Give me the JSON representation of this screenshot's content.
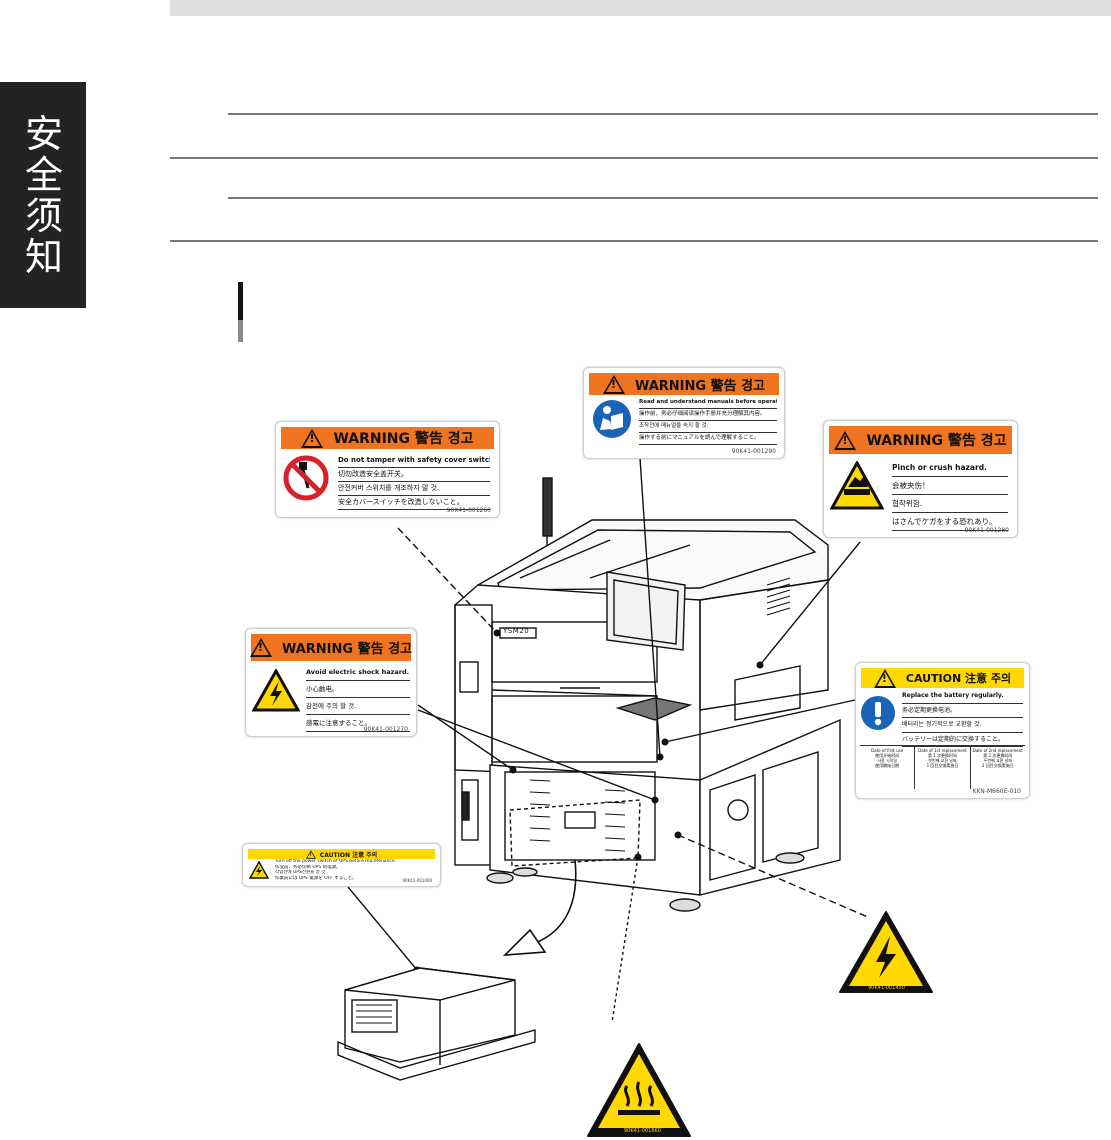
{
  "sidebar": {
    "tab_text": "安全须知"
  },
  "labels": {
    "tamper": {
      "header": "WARNING 警告 경고",
      "lines": [
        "Do not tamper with safety cover switch.",
        "切勿改造安全盖开关。",
        "안전커버 스위치를 개조하지 말 것.",
        "安全カバースイッチを改造しないこと。"
      ],
      "code": "90K41-001260"
    },
    "manual": {
      "header": "WARNING 警告 경고",
      "lines": [
        "Read and understand manuals before operation.",
        "操作前，务必仔细阅读操作手册并充分理解其内容。",
        "조작전에 매뉴얼을 숙지 할 것.",
        "操作する前にマニュアルを読んで理解すること。"
      ],
      "code": "90K41-001290"
    },
    "pinch": {
      "header": "WARNING 警告 경고",
      "lines": [
        "Pinch or crush hazard.",
        "会被夹伤！",
        "협착위험.",
        "はさんでケガをする恐れあり。"
      ],
      "code": "90K41-001280"
    },
    "shock": {
      "header": "WARNING 警告 경고",
      "lines": [
        "Avoid electric shock hazard.",
        "小心触电。",
        "감전에 주의 할 것.",
        "感電に注意すること。"
      ],
      "code": "90K41-001270"
    },
    "battery": {
      "header": "CAUTION 注意 주의",
      "lines": [
        "Replace the battery regularly.",
        "务必定期更换电池。",
        "배터리는 정기적으로 교환할 것.",
        "バッテリーは定期的に交換すること。"
      ],
      "table_headers": [
        [
          "Date of first use",
          "使用开始时间",
          "사용 시작일",
          "使用開始日期"
        ],
        [
          "Date of 1st replacement",
          "第 1 次更换时间",
          "첫번째 교환 날짜",
          "1 回目交換実施日"
        ],
        [
          "Date of 2nd replacement",
          "第 2 次更换时间",
          "두번째 교환 날짜",
          "2 回目交換実施日"
        ]
      ],
      "code": "KKN-M660E-010"
    },
    "ups": {
      "header": "CAUTION 注意 주의",
      "lines": [
        "Turn off the power switch of UPS before maintenance.",
        "作业前，务必切断 UPS 的电源。",
        "작업전에 UPS전원을 끌 것.",
        "作業前には UPS 電源を OFF すること。"
      ],
      "code": "90K41-001000"
    }
  },
  "hazard_symbols": {
    "electric": {
      "code": "90K41-001450"
    },
    "hot_surface": {
      "code": "90K41-001660"
    }
  },
  "machine": {
    "panel_label": "YSM20"
  },
  "icons": [
    "no-tamper-icon",
    "read-manual-icon",
    "pinch-hazard-icon",
    "electric-shock-icon",
    "mandatory-action-icon",
    "ups-shock-icon",
    "electric-hazard-icon",
    "hot-surface-icon"
  ],
  "colors": {
    "warning": "#f07320",
    "caution": "#ffd800",
    "sidebar": "#232323"
  }
}
